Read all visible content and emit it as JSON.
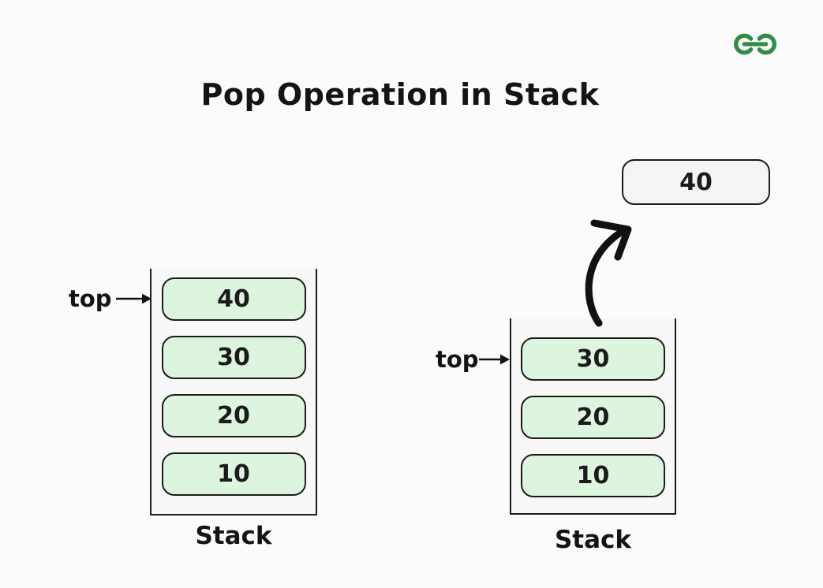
{
  "title": "Pop Operation in Stack",
  "logo": {
    "name": "geeksforgeeks-logo",
    "color": "#2f8d46"
  },
  "colors": {
    "background": "#fbfbfb",
    "text": "#141414",
    "element_fill": "#ddf4de",
    "element_border": "#1c1c1c",
    "popped_fill": "#f4f4f4",
    "arrow": "#111111"
  },
  "before": {
    "top_label": "top",
    "elements": [
      "40",
      "30",
      "20",
      "10"
    ],
    "caption": "Stack"
  },
  "after": {
    "top_label": "top",
    "popped_value": "40",
    "elements": [
      "30",
      "20",
      "10"
    ],
    "caption": "Stack"
  }
}
